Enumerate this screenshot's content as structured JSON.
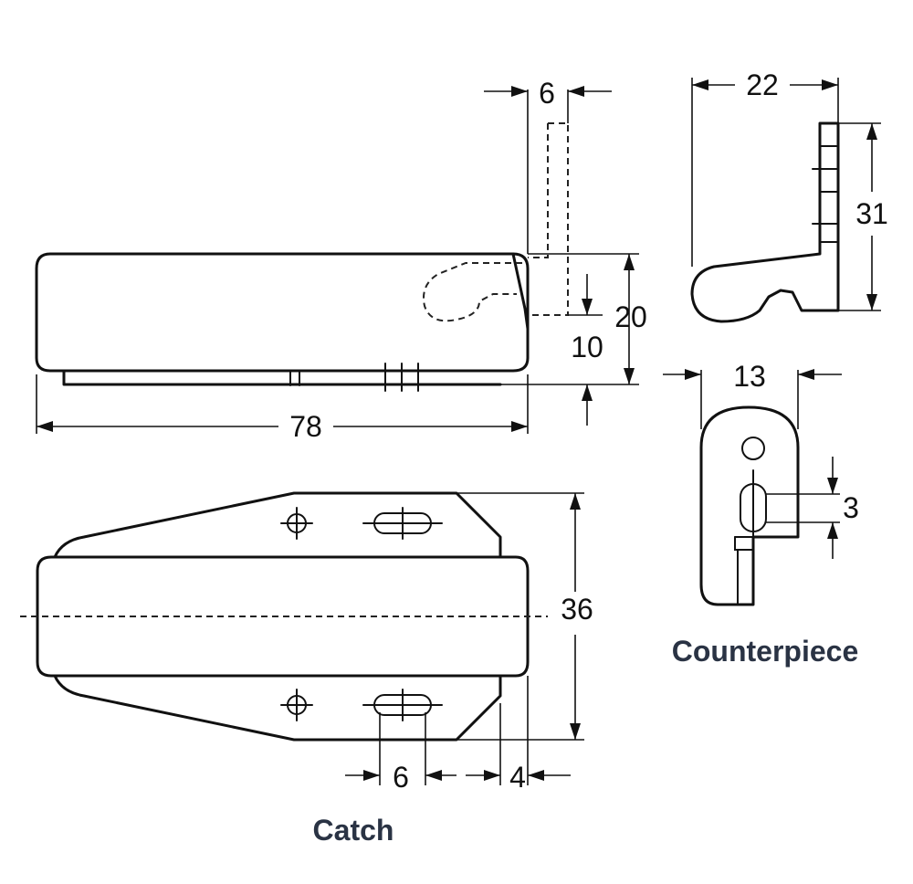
{
  "dimensions": {
    "catch_length": "78",
    "catch_height": "20",
    "catch_bottom_offset": "10",
    "catch_top_gap": "6",
    "base_width": "36",
    "slot_width": "6",
    "edge_offset": "4",
    "counter_depth": "22",
    "counter_height": "31",
    "counter_width": "13",
    "counter_slot": "3"
  },
  "labels": {
    "catch": "Catch",
    "counterpiece": "Counterpiece"
  }
}
